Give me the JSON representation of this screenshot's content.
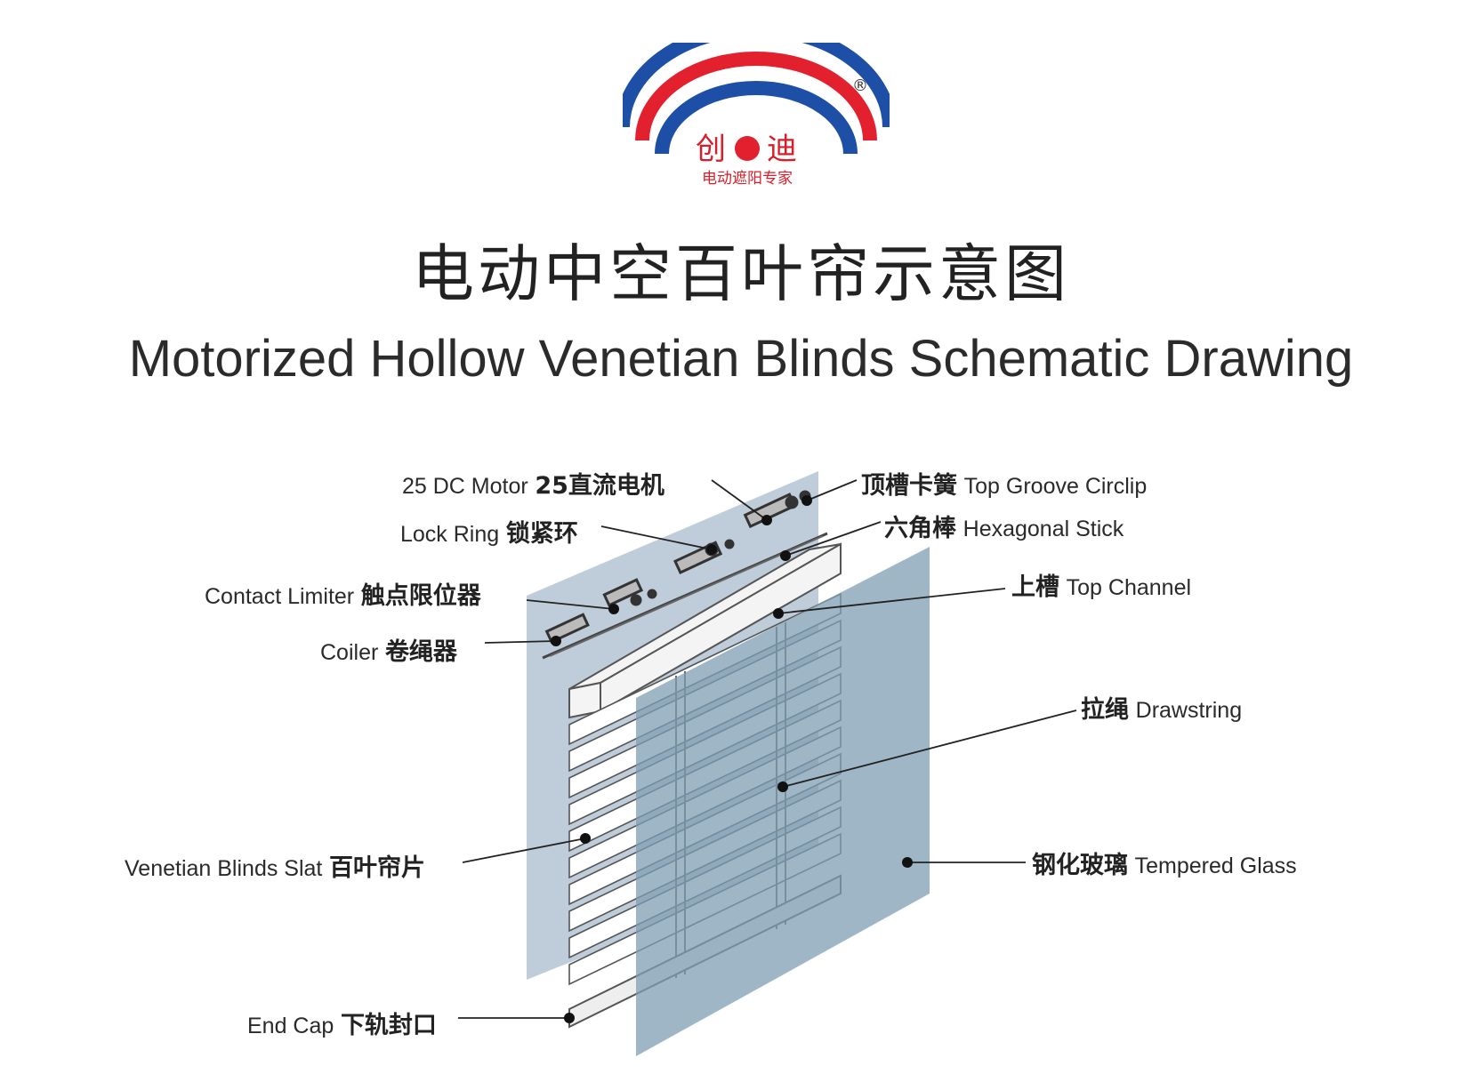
{
  "logo": {
    "brand_left": "创",
    "brand_right": "迪",
    "tagline": "电动遮阳专家",
    "registered": "®",
    "colors": {
      "blue": "#1d4fa6",
      "red": "#e3202e"
    }
  },
  "title_cn": "电动中空百叶帘示意图",
  "title_en": "Motorized Hollow Venetian Blinds Schematic Drawing",
  "labels": {
    "motor": {
      "en": "25 DC Motor",
      "cn": "25直流电机"
    },
    "lock_ring": {
      "en": "Lock Ring",
      "cn": "锁紧环"
    },
    "contact_limiter": {
      "en": "Contact Limiter",
      "cn": "触点限位器"
    },
    "coiler": {
      "en": "Coiler",
      "cn": "卷绳器"
    },
    "slat": {
      "en": "Venetian Blinds Slat",
      "cn": "百叶帘片"
    },
    "end_cap": {
      "en": "End Cap",
      "cn": "下轨封口"
    },
    "circlip": {
      "cn": "顶槽卡簧",
      "en": "Top Groove Circlip"
    },
    "hex_stick": {
      "cn": "六角棒",
      "en": "Hexagonal Stick"
    },
    "top_channel": {
      "cn": "上槽",
      "en": "Top Channel"
    },
    "drawstring": {
      "cn": "拉绳",
      "en": "Drawstring"
    },
    "glass": {
      "cn": "钢化玻璃",
      "en": "Tempered Glass"
    }
  }
}
